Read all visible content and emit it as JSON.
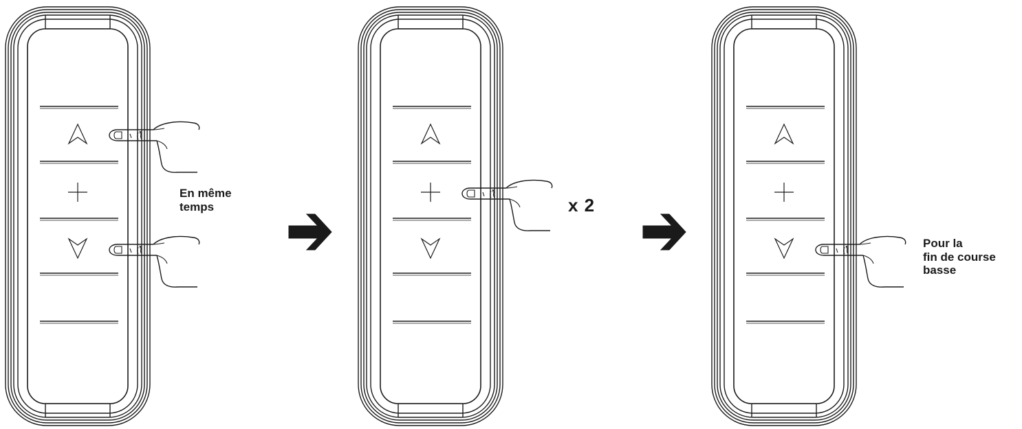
{
  "steps": [
    {
      "pressed_buttons": [
        "up",
        "down"
      ],
      "caption_lines": [
        "En même",
        "temps"
      ]
    },
    {
      "pressed_buttons": [
        "plus"
      ],
      "caption_lines": [
        "x 2"
      ]
    },
    {
      "pressed_buttons": [
        "down"
      ],
      "caption_lines": [
        "Pour la",
        "fin de course",
        "basse"
      ]
    }
  ],
  "remote_buttons": [
    "up",
    "plus",
    "down"
  ],
  "icons": {
    "up": "up-chevron-icon",
    "plus": "plus-icon",
    "down": "down-chevron-icon",
    "hand": "pointing-hand-icon",
    "arrow": "right-arrow-icon"
  },
  "colors": {
    "line": "#1a1a1a",
    "arrow": "#1a1a1a",
    "background": "#ffffff"
  }
}
